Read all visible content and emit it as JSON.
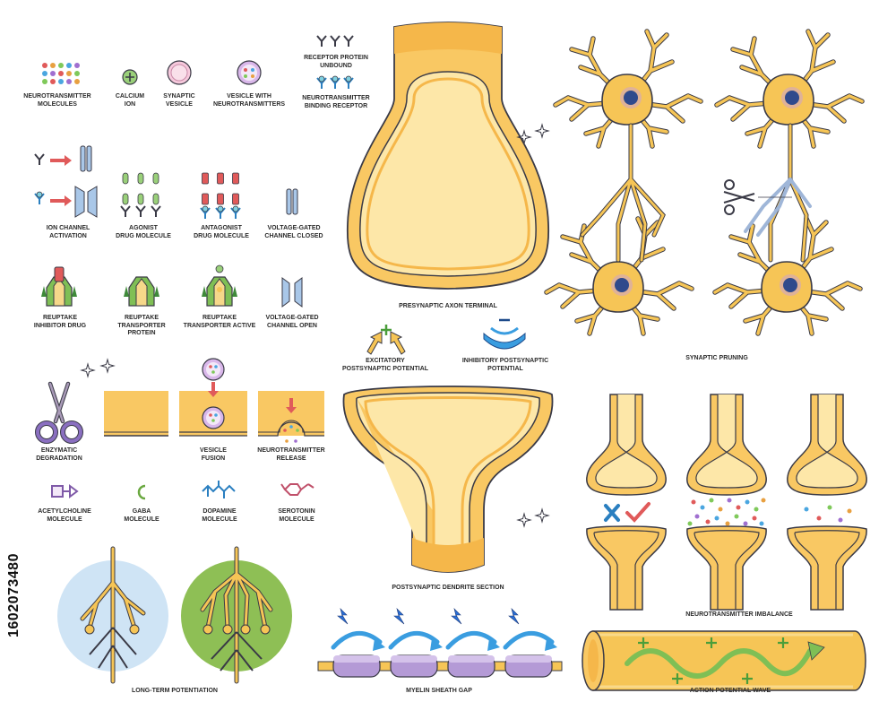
{
  "labels": {
    "neurotransmitter_molecules": "NEUROTRANSMITTER\nMOLECULES",
    "calcium_ion": "CALCIUM\nION",
    "synaptic_vesicle": "SYNAPTIC\nVESICLE",
    "vesicle_with_nt": "VESICLE WITH\nNEUROTRANSMITTERS",
    "receptor_unbound": "RECEPTOR PROTEIN\nUNBOUND",
    "nt_binding_receptor": "NEUROTRANSMITTER\nBINDING RECEPTOR",
    "ion_channel_activation": "ION CHANNEL\nACTIVATION",
    "agonist_drug": "AGONIST\nDRUG MOLECULE",
    "antagonist_drug": "ANTAGONIST\nDRUG MOLECULE",
    "vg_channel_closed": "VOLTAGE-GATED\nCHANNEL CLOSED",
    "reuptake_inhibitor": "REUPTAKE\nINHIBITOR DRUG",
    "reuptake_transporter": "REUPTAKE\nTRANSPORTER\nPROTEIN",
    "reuptake_active": "REUPTAKE\nTRANSPORTER ACTIVE",
    "vg_channel_open": "VOLTAGE-GATED\nCHANNEL OPEN",
    "enzymatic_degradation": "ENZYMATIC\nDEGRADATION",
    "vesicle_fusion": "VESICLE\nFUSION",
    "nt_release": "NEUROTRANSMITTER\nRELEASE",
    "acetylcholine": "ACETYLCHOLINE\nMOLECULE",
    "gaba": "GABA\nMOLECULE",
    "dopamine": "DOPAMINE\nMOLECULE",
    "serotonin": "SEROTONIN\nMOLECULE",
    "long_term_potentiation": "LONG-TERM POTENTIATION",
    "presynaptic_axon_terminal": "PRESYNAPTIC AXON TERMINAL",
    "excitatory_psp": "EXCITATORY\nPOSTSYNAPTIC POTENTIAL",
    "inhibitory_psp": "INHIBITORY POSTSYNAPTIC\nPOTENTIAL",
    "postsynaptic_dendrite": "POSTSYNAPTIC DENDRITE SECTION",
    "myelin_sheath_gap": "MYELIN SHEATH GAP",
    "synaptic_pruning": "SYNAPTIC PRUNING",
    "nt_imbalance": "NEUROTRANSMITTER IMBALANCE",
    "action_potential_wave": "ACTION POTENTIAL WAVE"
  },
  "stock_id": "1602073480",
  "colors": {
    "axon_fill": "#f9c863",
    "axon_dark": "#f5b74a",
    "outline": "#3a3a46",
    "neuron_body": "#f6c556",
    "nucleus": "#2f4a8c",
    "blue_arrow": "#3a9de0",
    "myelin": "#9f7fc7",
    "ltp_blue": "#cfe4f5",
    "ltp_green": "#8ebf55",
    "accent_red": "#e05a5a"
  }
}
